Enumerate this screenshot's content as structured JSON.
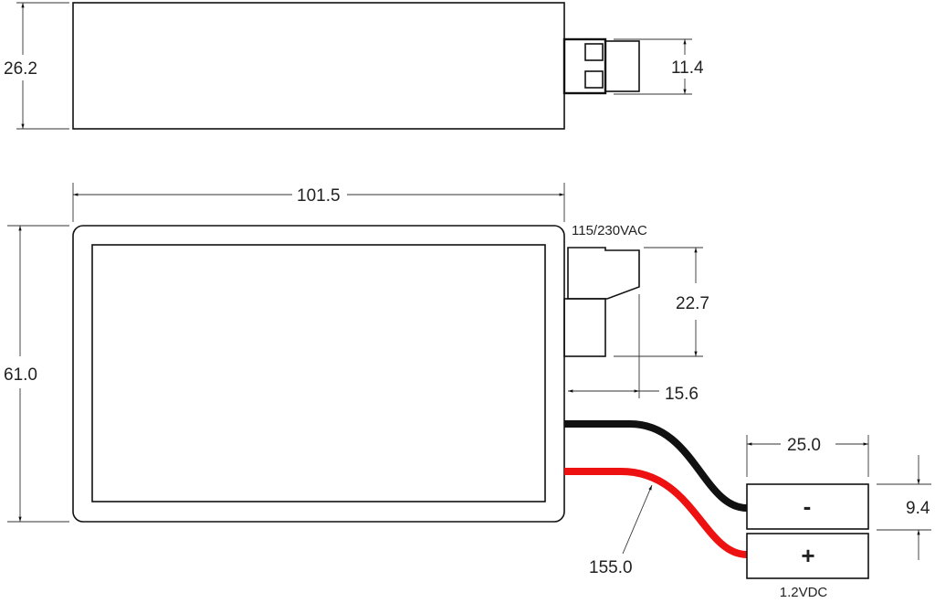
{
  "dimensions": {
    "top_height": "26.2",
    "plug_height": "11.4",
    "width": "101.5",
    "height": "61.0",
    "ac_connector_height": "22.7",
    "ac_connector_depth": "15.6",
    "dc_connector_width": "25.0",
    "dc_connector_pitch": "9.4",
    "cable_length": "155.0"
  },
  "labels": {
    "ac_input": "115/230VAC",
    "dc_output": "1.2VDC",
    "negative": "-",
    "positive": "+"
  },
  "colors": {
    "black_wire": "#111111",
    "red_wire": "#ee1111"
  }
}
